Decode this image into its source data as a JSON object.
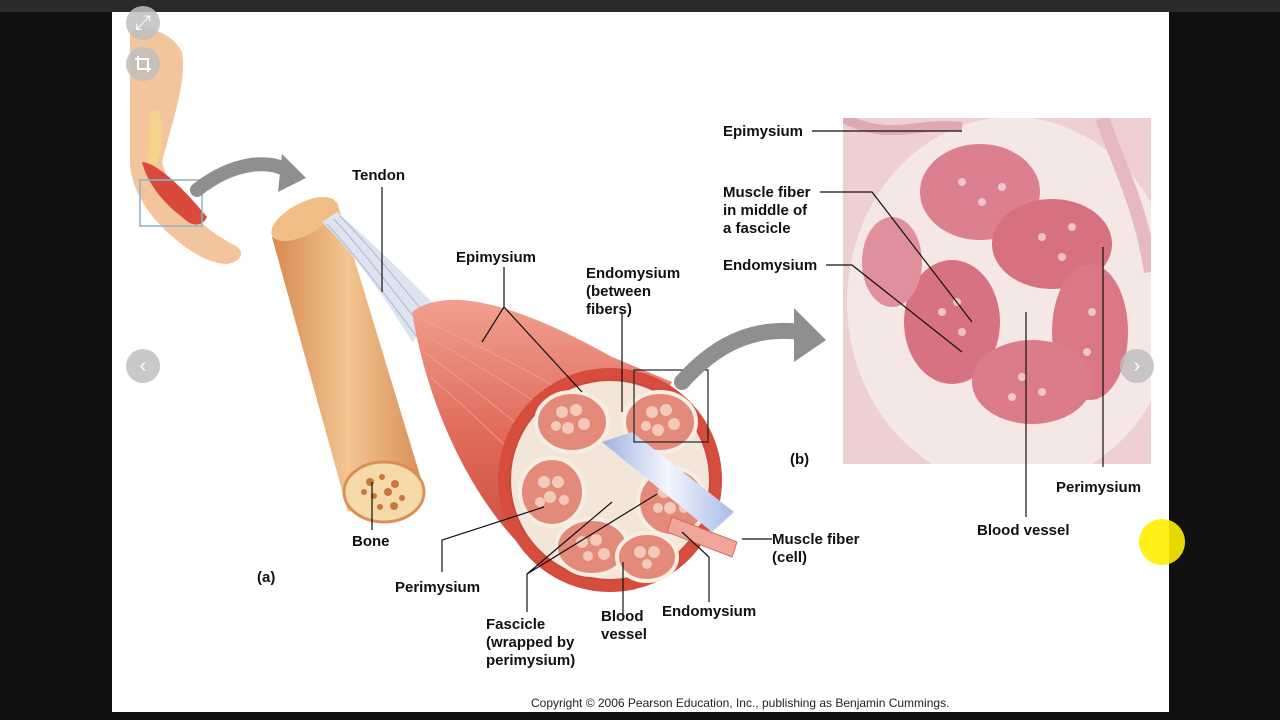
{
  "labels": {
    "tendon": "Tendon",
    "epimysium_a": "Epimysium",
    "endomysium_between": "Endomysium\n(between\nfibers)",
    "bone": "Bone",
    "perimysium_a": "Perimysium",
    "fascicle": "Fascicle\n(wrapped by\nperimysium)",
    "blood_vessel_a": "Blood\nvessel",
    "endomysium_a": "Endomysium",
    "muscle_fiber_cell": "Muscle fiber\n(cell)",
    "epimysium_b": "Epimysium",
    "muscle_fiber_middle": "Muscle fiber\nin middle of\na fascicle",
    "endomysium_b": "Endomysium",
    "perimysium_b": "Perimysium",
    "blood_vessel_b": "Blood vessel"
  },
  "panels": {
    "a": "(a)",
    "b": "(b)"
  },
  "copyright": "Copyright © 2006 Pearson Education, Inc., publishing as Benjamin Cummings.",
  "controls": {
    "expand_icon": "expand-icon",
    "crop_icon": "crop-icon",
    "prev_icon": "chevron-left-icon",
    "next_icon": "chevron-right-icon"
  },
  "colors": {
    "muscle": "#e06a5a",
    "muscle_dark": "#c94a3c",
    "bone": "#eab07a",
    "histology_bg": "#eecfd2",
    "fiber": "#d9707e",
    "highlight": "#ffee00"
  }
}
